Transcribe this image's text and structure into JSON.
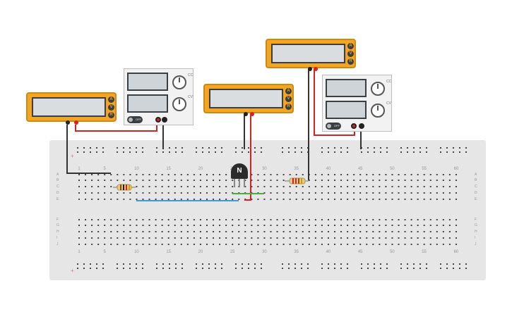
{
  "breadboard": {
    "column_numbers": [
      "1",
      "5",
      "10",
      "15",
      "20",
      "25",
      "30",
      "35",
      "40",
      "45",
      "50",
      "55",
      "60"
    ],
    "row_letters_top": [
      "A",
      "B",
      "C",
      "D",
      "E"
    ],
    "row_letters_bottom": [
      "F",
      "G",
      "H",
      "I",
      "J"
    ]
  },
  "multimeters": [
    {
      "name": "multimeter-1",
      "buttons": [
        "A",
        "V",
        "R"
      ]
    },
    {
      "name": "multimeter-2",
      "buttons": [
        "A",
        "V",
        "R"
      ]
    },
    {
      "name": "multimeter-3",
      "buttons": [
        "A",
        "V",
        "R"
      ]
    }
  ],
  "power_supplies": [
    {
      "name": "power-supply-1",
      "switch_label": "OFF",
      "knob_labels": [
        "CC",
        "CV"
      ]
    },
    {
      "name": "power-supply-2",
      "switch_label": "OFF",
      "knob_labels": [
        "CC",
        "CV"
      ]
    }
  ],
  "transistor": {
    "label": "N"
  },
  "colors": {
    "breadboard": "#e6e6e6",
    "meter_body": "#f3a523",
    "red_wire": "#d62222",
    "black_wire": "#333333",
    "blue_wire": "#3f9ad6",
    "green_wire": "#4caf3c"
  }
}
